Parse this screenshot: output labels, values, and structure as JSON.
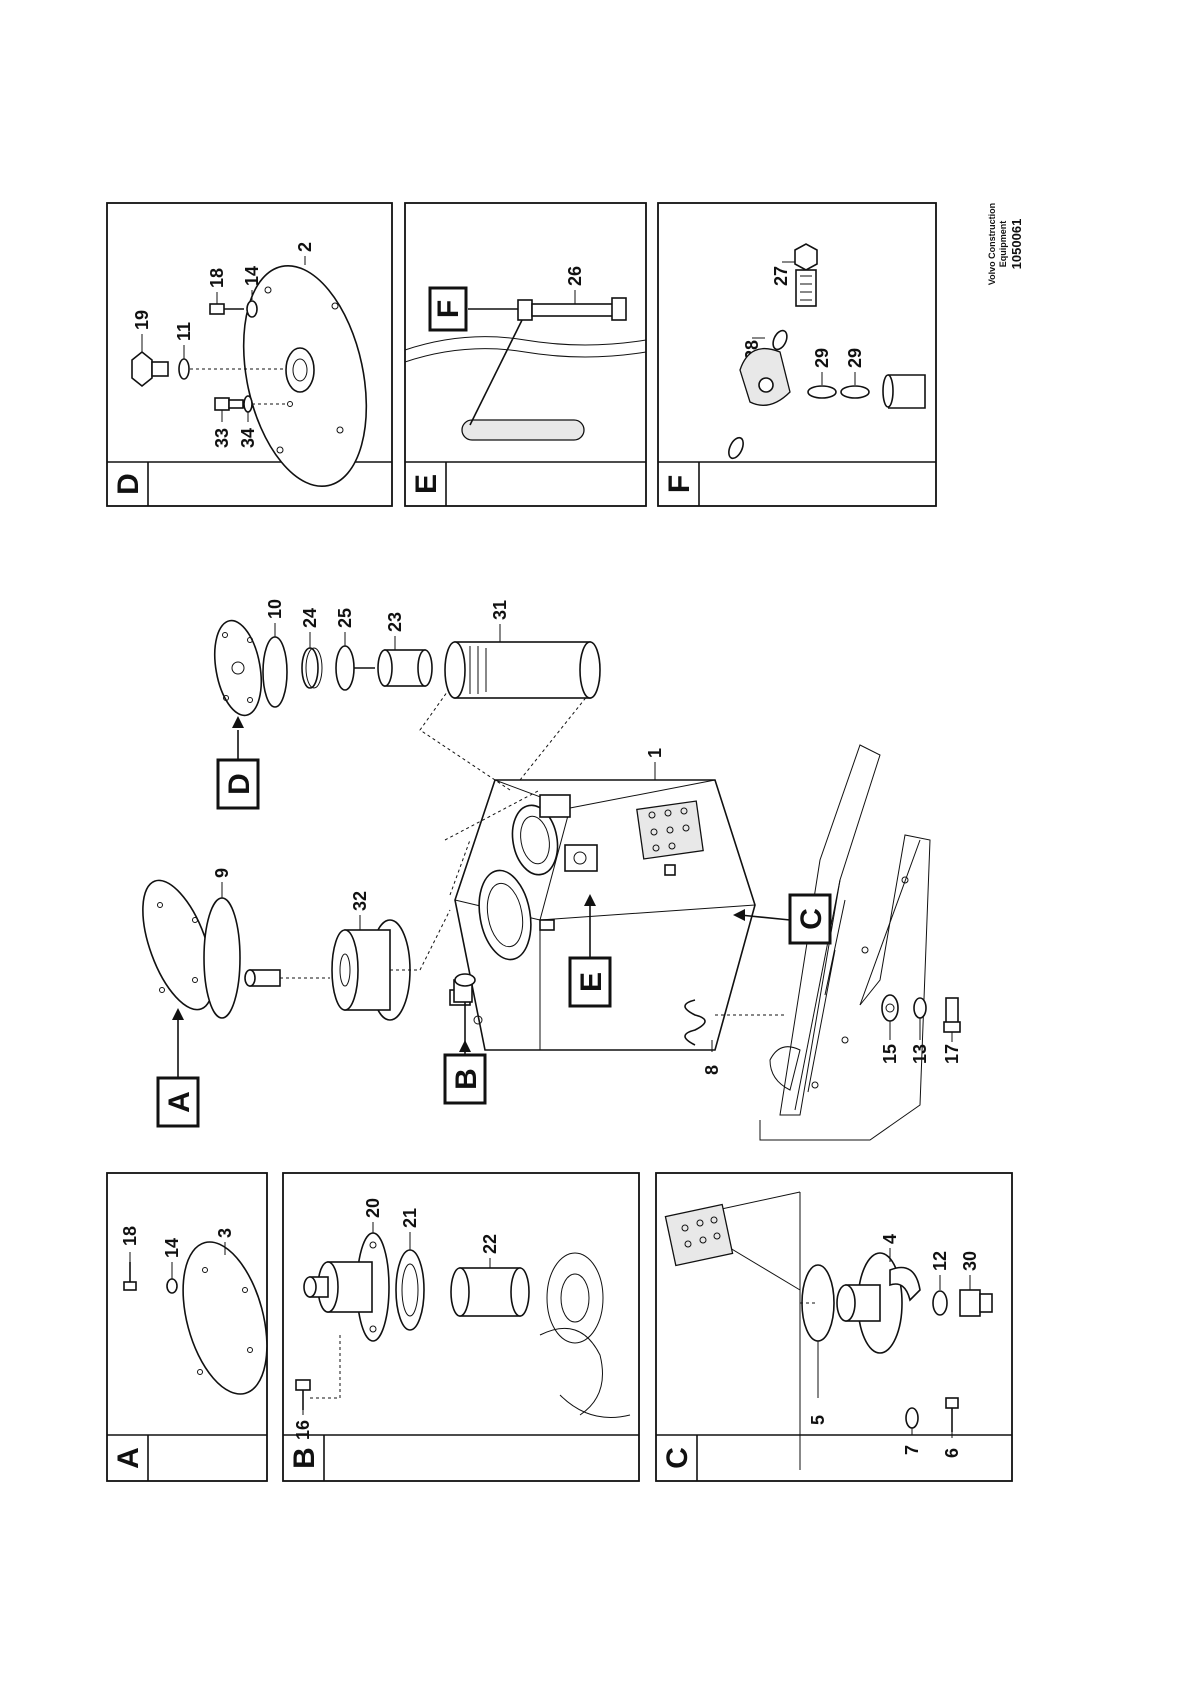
{
  "panels": {
    "a": {
      "letter": "A",
      "callouts": [
        "18",
        "14",
        "3"
      ]
    },
    "b": {
      "letter": "B",
      "callouts": [
        "20",
        "21",
        "22",
        "16"
      ]
    },
    "c": {
      "letter": "C",
      "callouts": [
        "4",
        "12",
        "30",
        "5",
        "7",
        "6"
      ]
    },
    "d": {
      "letter": "D",
      "callouts": [
        "19",
        "11",
        "18",
        "14",
        "2",
        "33",
        "34"
      ]
    },
    "e": {
      "letter": "E",
      "callouts": [
        "26"
      ],
      "tag": "F"
    },
    "f": {
      "letter": "F",
      "callouts": [
        "27",
        "28",
        "29",
        "29"
      ]
    }
  },
  "main": {
    "tags": [
      "A",
      "B",
      "C",
      "D",
      "E"
    ],
    "callouts": [
      "9",
      "32",
      "10",
      "24",
      "25",
      "23",
      "31",
      "1",
      "8",
      "15",
      "13",
      "17"
    ]
  },
  "credit": {
    "line1": "Volvo Construction",
    "line2": "Equipment",
    "code": "1050061"
  }
}
